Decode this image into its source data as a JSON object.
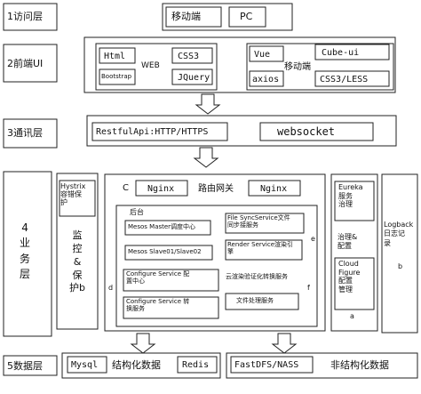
{
  "layers": {
    "access": "1访问层",
    "frontend": "2前端UI",
    "comm": "3通讯层",
    "business": "4\n业\n务\n层",
    "data": "5数据层"
  },
  "access": {
    "mobile": "移动端",
    "pc": "PC"
  },
  "web_group": {
    "label": "WEB",
    "html": "Html",
    "bootstrap": "Bootstrap",
    "css3": "CSS3",
    "jquery": "JQuery"
  },
  "mobile_group": {
    "label": "移动端",
    "vue": "Vue",
    "cube": "Cube-ui",
    "axios": "axios",
    "css_less": "CSS3/LESS"
  },
  "comm": {
    "restful": "RestfulApi:HTTP/HTTPS",
    "websocket": "websocket"
  },
  "monitor": {
    "hystrix": "Hystrix\n容错保\n护",
    "label": "监\n控\n&\n保\n护b"
  },
  "gateway": {
    "c": "C",
    "nginx1": "Nginx",
    "label": "路由网关",
    "nginx2": "Nginx"
  },
  "backend": {
    "title": "后台",
    "mesos_master": "Mesos Master调度中心",
    "mesos_slave": "Mesos Slave01/Slave02",
    "config_center": "Configure Service 配\n置中心",
    "config_convert": "Configure Service 转\n换服务",
    "file_sync": "File SyncService文件\n同步接服务",
    "render": "Render Service渲染引\n擎",
    "cloud_render": "云渲染验证化转换服务",
    "file_proc": "文件处理服务",
    "e": "e",
    "f": "f",
    "d": "d"
  },
  "governance": {
    "eureka": "Eureka\n服务\n治理",
    "label": "治理&\n配置",
    "cloud_figure": "Cloud\nFigure\n配置\n管理",
    "a": "a"
  },
  "logback": {
    "label": "Logback\n日志记\n录",
    "b": "b"
  },
  "data": {
    "mysql": "Mysql",
    "structured": "结构化数据",
    "redis": "Redis",
    "fastdfs": "FastDFS/NASS",
    "unstructured": "非结构化数据"
  },
  "colors": {
    "line": "#222222",
    "bg": "#ffffff"
  }
}
